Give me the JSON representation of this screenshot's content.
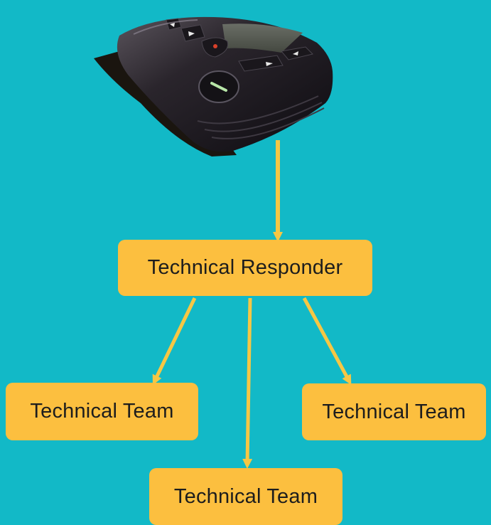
{
  "diagram": {
    "nodes": {
      "responder": "Technical Responder",
      "team_left": "Technical Team",
      "team_right": "Technical Team",
      "team_bottom": "Technical Team"
    },
    "colors": {
      "background": "#12b9c7",
      "node_fill": "#fcbf3f",
      "arrow": "#f6c744",
      "text": "#1d1d1d"
    },
    "image": {
      "icon": "pager-device-icon"
    }
  }
}
